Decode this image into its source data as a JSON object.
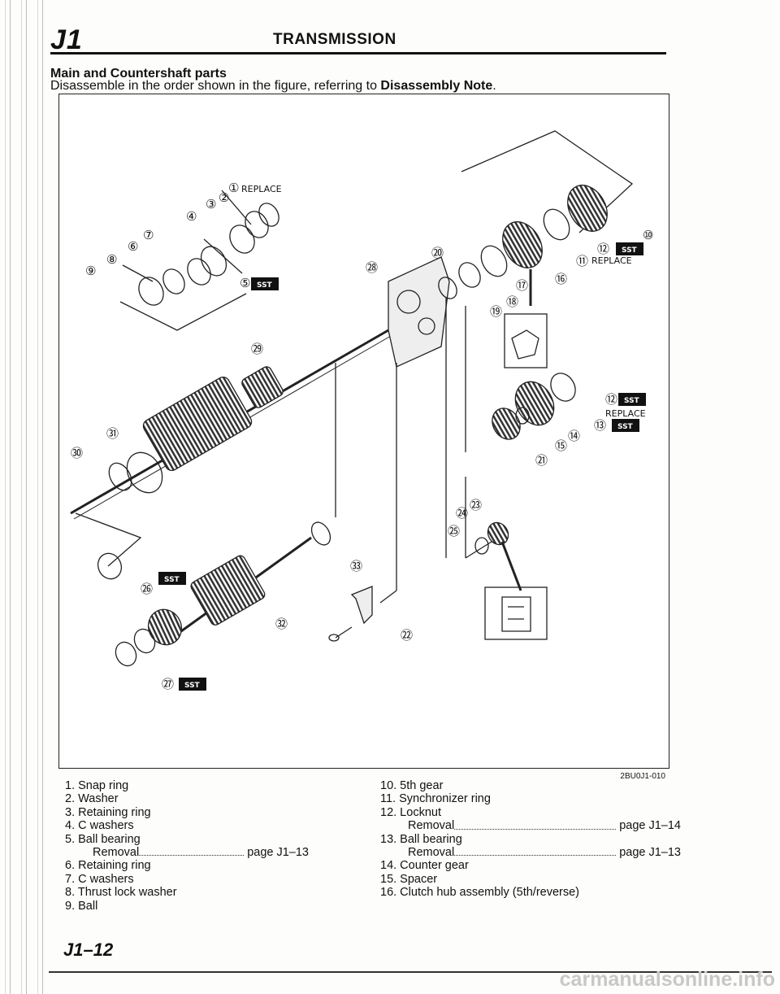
{
  "header": {
    "section_code": "J1",
    "title": "TRANSMISSION"
  },
  "intro": {
    "heading": "Main and Countershaft parts",
    "instruction_prefix": "Disassemble in the order shown in the figure, referring to ",
    "instruction_bold": "Disassembly Note",
    "instruction_suffix": "."
  },
  "figure": {
    "code": "2BU0J1-010",
    "callouts": {
      "c1": "①",
      "c2": "②",
      "c3": "③",
      "c4": "④",
      "c5": "⑤",
      "c6": "⑥",
      "c7": "⑦",
      "c8": "⑧",
      "c9": "⑨",
      "c10": "⑩",
      "c11": "⑪",
      "c12": "⑫",
      "c13": "⑬",
      "c14": "⑭",
      "c15": "⑮",
      "c16": "⑯",
      "c17": "⑰",
      "c18": "⑱",
      "c19": "⑲",
      "c20": "⑳",
      "c21": "㉑",
      "c22": "㉒",
      "c23": "㉓",
      "c24": "㉔",
      "c25": "㉕",
      "c26": "㉖",
      "c27": "㉗",
      "c28": "㉘",
      "c29": "㉙",
      "c30": "㉚",
      "c31": "㉛",
      "c32": "㉜",
      "c33": "㉝"
    },
    "replace_label": "REPLACE",
    "sst_label": "SST"
  },
  "parts_left": [
    {
      "text": "1. Snap ring"
    },
    {
      "text": "2. Washer"
    },
    {
      "text": "3. Retaining ring"
    },
    {
      "text": "4. C washers"
    },
    {
      "text": "5. Ball bearing"
    },
    {
      "sub": "Removal",
      "ref": "page J1–13"
    },
    {
      "text": "6. Retaining ring"
    },
    {
      "text": "7. C washers"
    },
    {
      "text": "8. Thrust lock washer"
    },
    {
      "text": "9. Ball"
    }
  ],
  "parts_right": [
    {
      "text": "10. 5th gear"
    },
    {
      "text": "11. Synchronizer ring"
    },
    {
      "text": "12. Locknut"
    },
    {
      "sub": "Removal",
      "ref": "page J1–14"
    },
    {
      "text": "13. Ball bearing"
    },
    {
      "sub": "Removal",
      "ref": "page J1–13"
    },
    {
      "text": "14. Counter gear"
    },
    {
      "text": "15. Spacer"
    },
    {
      "text": "16. Clutch hub assembly (5th/reverse)"
    }
  ],
  "footer": {
    "page_number": "J1–12",
    "watermark": "carmanualsonline.info"
  }
}
